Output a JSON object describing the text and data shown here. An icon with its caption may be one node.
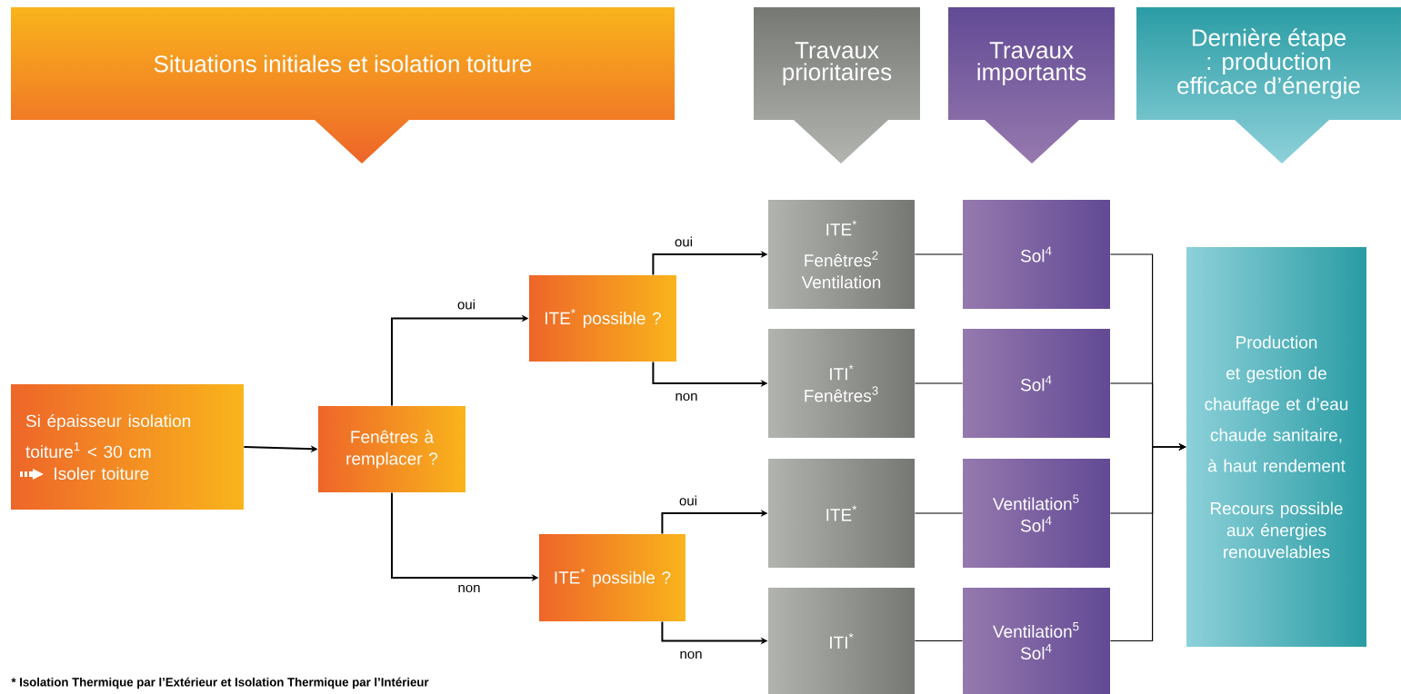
{
  "diagram": {
    "nodes": [
      {
        "text": [
          "Situations initiales et isolation toiture"
        ]
      },
      {
        "text": [
          "Travaux prioritaires"
        ]
      },
      {
        "text": [
          "Travaux importants"
        ]
      },
      {
        "text": [
          "Dernière étape : production efficace d’énergie"
        ]
      },
      {
        "text": [
          "Si épaisseur isolation toiture$^{1}$ < 30 cm",
          "Isoler toiture"
        ]
      },
      {
        "text": [
          "Fenêtres à remplacer ?"
        ]
      },
      {
        "text": [
          "ITE$^{*}$ possible ?"
        ]
      },
      {
        "text": [
          "ITE$^{*}$ possible ?"
        ]
      },
      {
        "text": [
          "ITE$^{*}$",
          "Fenêtres$^{2}$",
          "Ventilation"
        ]
      },
      {
        "text": [
          "ITI$^{*}$",
          "Fenêtres$^{3}$"
        ]
      },
      {
        "text": [
          "ITE$^{*}$"
        ]
      },
      {
        "text": [
          "ITI$^{*}$"
        ]
      },
      {
        "text": [
          "Sol$^{4}$"
        ]
      },
      {
        "text": [
          "Sol$^{4}$"
        ]
      },
      {
        "text": [
          "Ventilation$^{5}$",
          "Sol$^{4}$"
        ]
      },
      {
        "text": [
          "Ventilation$^{5}$",
          "Sol$^{4}$"
        ]
      },
      {
        "text": [
          "Production et gestion de chauffage et d’eau chaude sanitaire, à haut rendement",
          "Recours possible aux énergies renouvelables"
        ]
      }
    ],
    "edges": [
      {
        "from": 4,
        "to": 5,
        "arrow": "to"
      },
      {
        "from": 5,
        "to": 6,
        "arrow": "to",
        "label": "oui"
      },
      {
        "from": 5,
        "to": 7,
        "arrow": "to",
        "label": "non"
      },
      {
        "from": 6,
        "to": 8,
        "arrow": "to",
        "label": "oui"
      },
      {
        "from": 6,
        "to": 9,
        "arrow": "to",
        "label": "non"
      },
      {
        "from": 7,
        "to": 10,
        "arrow": "to",
        "label": "oui"
      },
      {
        "from": 7,
        "to": 11,
        "arrow": "to",
        "label": "non"
      },
      {
        "from": 8,
        "to": 12,
        "arrow": "none"
      },
      {
        "from": 9,
        "to": 13,
        "arrow": "none"
      },
      {
        "from": 10,
        "to": 14,
        "arrow": "none"
      },
      {
        "from": 11,
        "to": 15,
        "arrow": "none"
      },
      {
        "from": 12,
        "to": 16,
        "arrow": "to"
      },
      {
        "from": 13,
        "to": 16,
        "arrow": "to"
      },
      {
        "from": 14,
        "to": 16,
        "arrow": "to"
      },
      {
        "from": 15,
        "to": 16,
        "arrow": "to"
      }
    ],
    "labels": [
      "* Isolation Thermique par l’Extérieur et Isolation Thermique par l’Intérieur"
    ]
  }
}
